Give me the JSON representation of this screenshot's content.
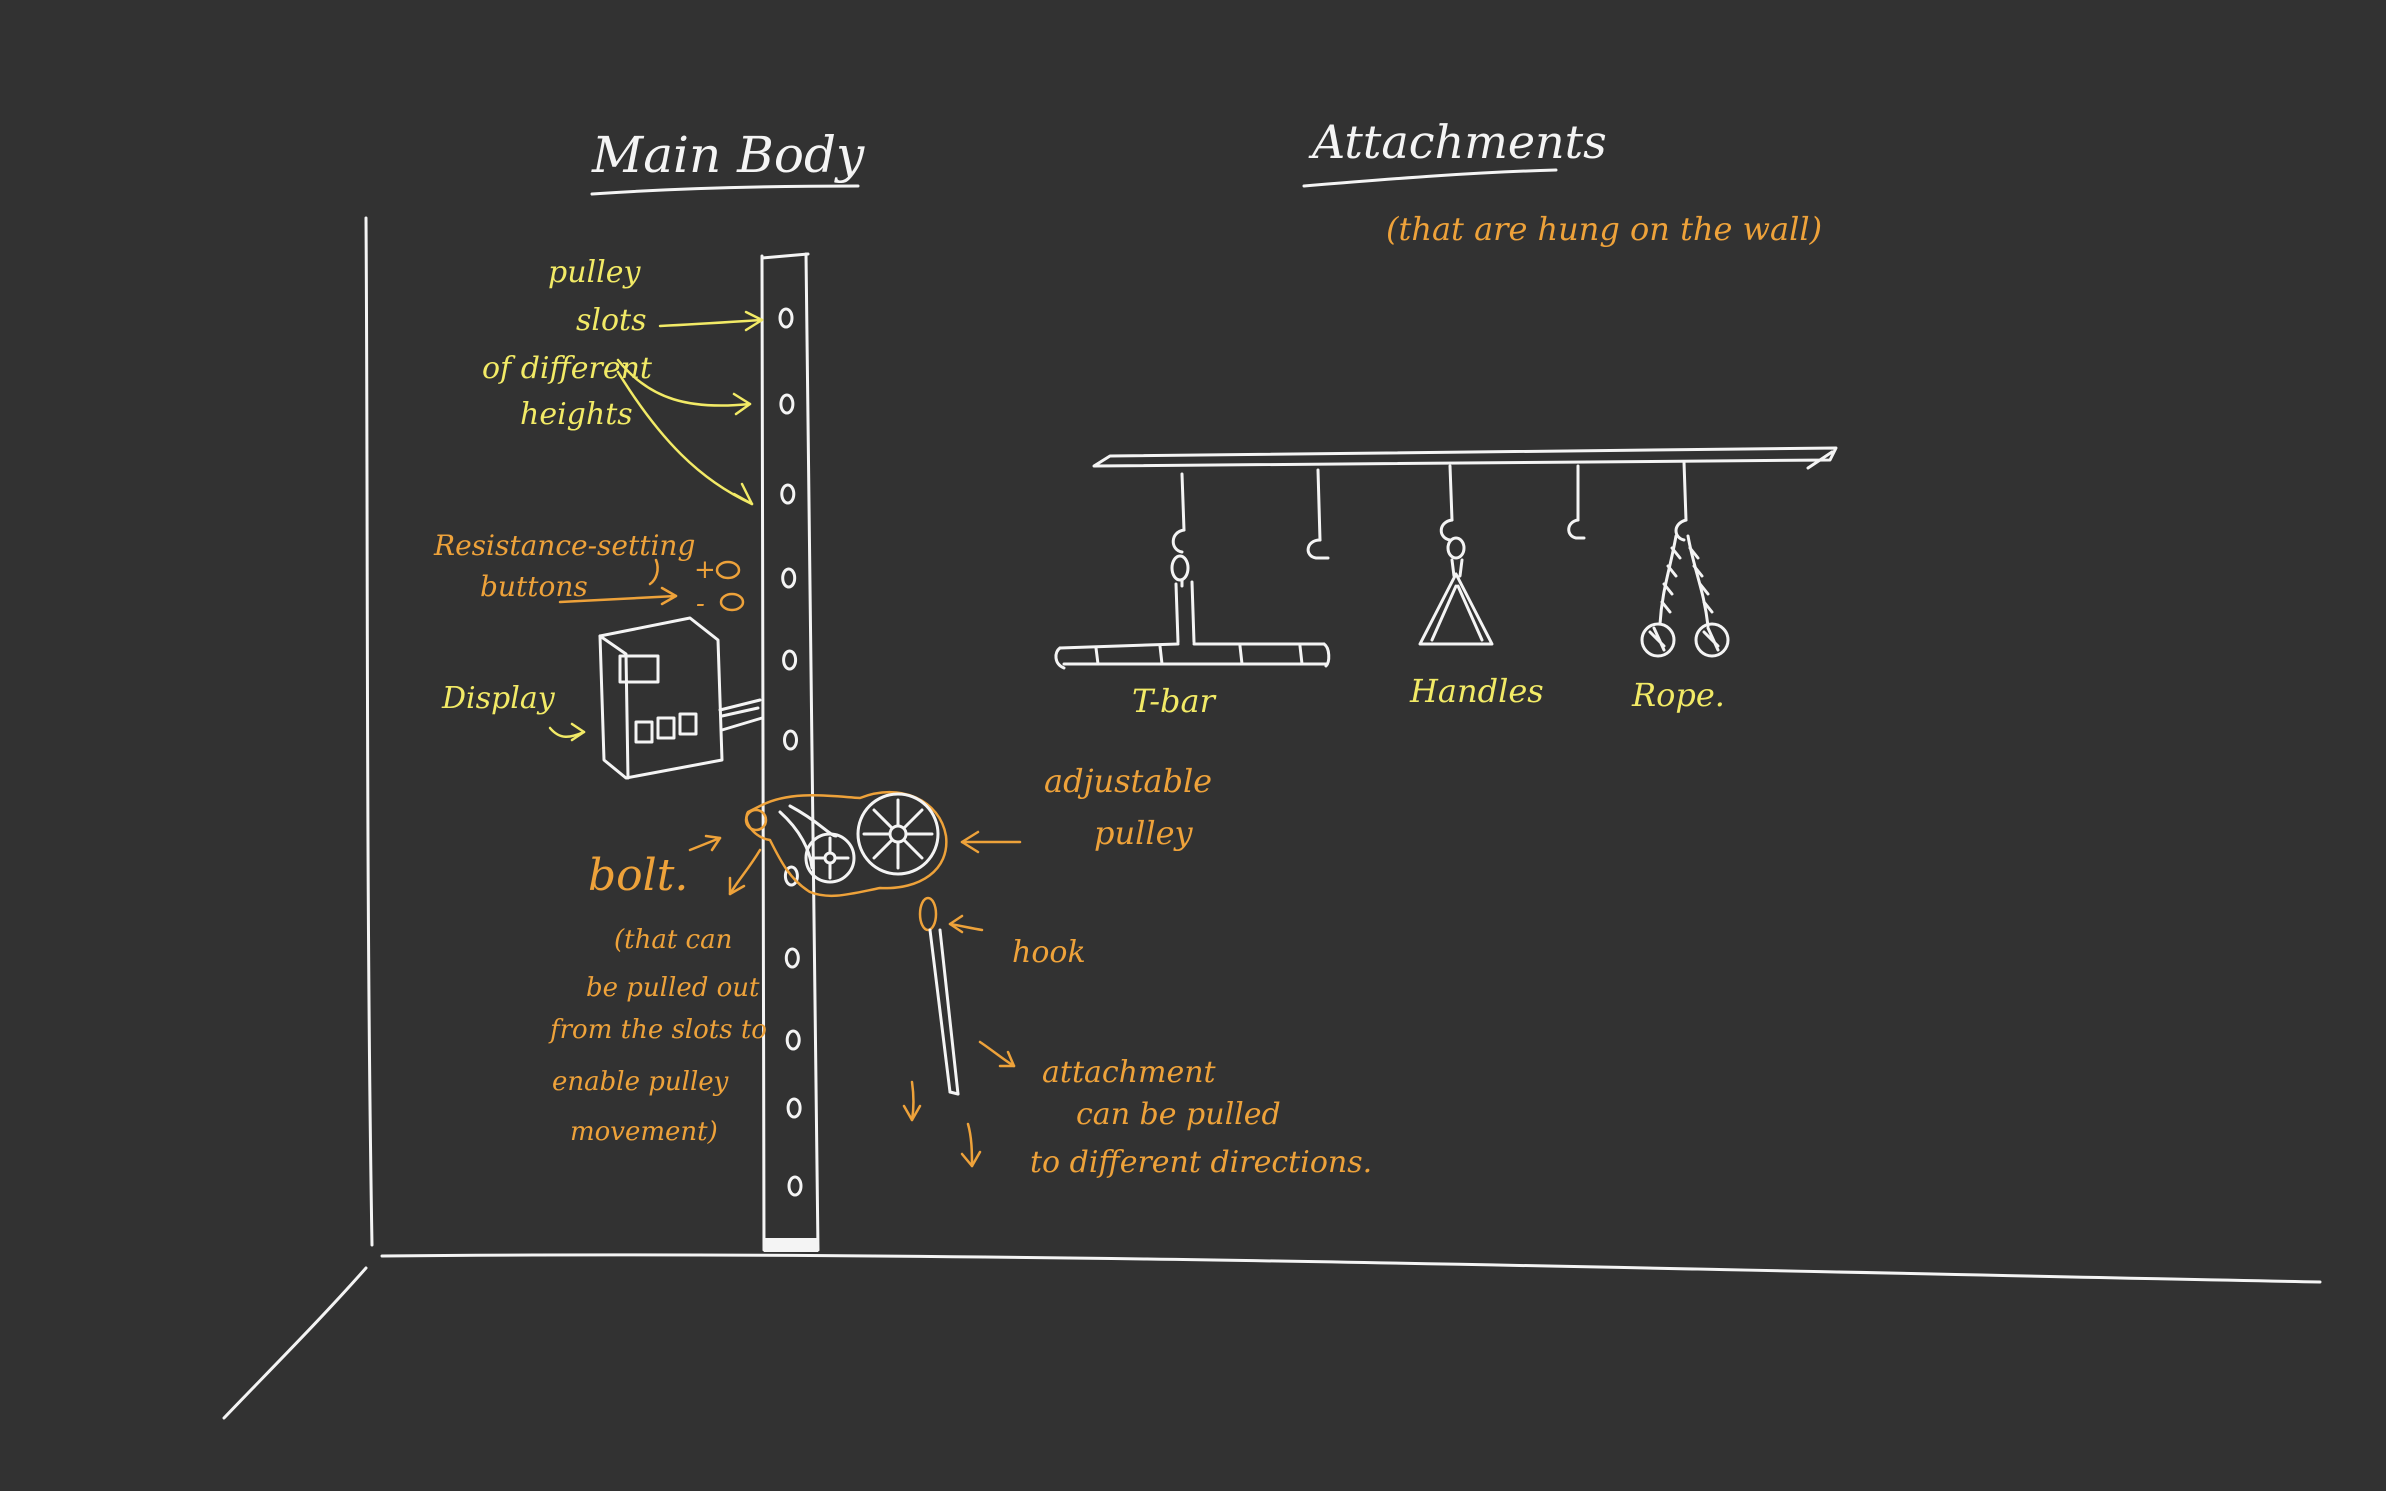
{
  "headings": {
    "main_body": "Main Body",
    "attachments": "Attachments",
    "attachments_note": "(that are hung on the wall)"
  },
  "labels": {
    "pulley_slots": [
      "pulley",
      "slots",
      "of different",
      "heights"
    ],
    "resistance": [
      "Resistance-setting",
      "buttons"
    ],
    "plus": "+",
    "minus": "-",
    "display": "Display",
    "bolt": "bolt.",
    "bolt_note": [
      "(that can",
      "be pulled out",
      "from the slots to",
      "enable pulley",
      "movement)"
    ],
    "adjustable_pulley": [
      "adjustable",
      "pulley"
    ],
    "hook": "hook",
    "attachment_note": [
      "attachment",
      "can be pulled",
      "to different directions."
    ],
    "t_bar": "T-bar",
    "handles": "Handles",
    "rope": "Rope."
  },
  "colors": {
    "background": "#323232",
    "chalk_white": "#f4f4f4",
    "chalk_yellow": "#f2ea66",
    "chalk_orange": "#eea23a"
  }
}
